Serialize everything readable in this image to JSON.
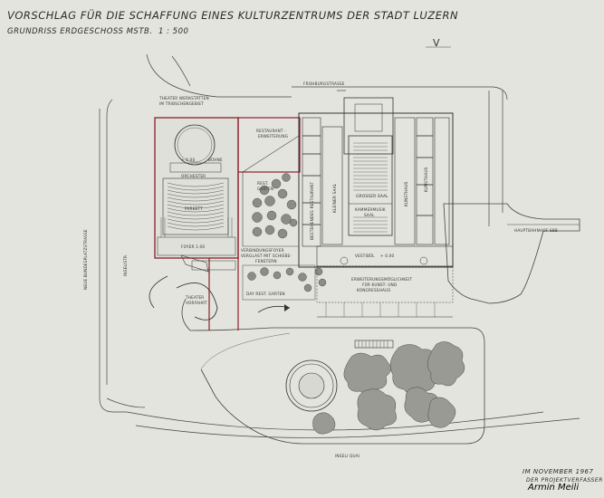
{
  "sheet": {
    "title": "VORSCHLAG FÜR DIE SCHAFFUNG EINES KULTURZENTRUMS DER STADT LUZERN",
    "subtitle": "GRUNDRISS ERDGESCHOSS MSTB.",
    "scale": "1 : 500",
    "corner_mark": "V",
    "footer_date": "IM NOVEMBER 1967",
    "footer_by": "DER PROJEKTVERFASSER",
    "signature": "Armin Meili"
  },
  "plan_labels": {
    "street_top": "FROHBURGSTRASSE",
    "street_left": "NEUE BUNDESPLATZSTRASSE",
    "street_left2": "INSELISTR.",
    "street_right": "HAUPTBAHNHOF SBB",
    "street_bottom": "INSELI QUAI",
    "theater_workshops_1": "THEATER WERKSTÄTTEN",
    "theater_workshops_2": "IM TRIBSCHENGEBIET",
    "stage": "BÜHNE",
    "stage_level": "+ 0.00",
    "orchestra": "ORCHESTER",
    "parkett": "PARKETT",
    "foyer": "FOYER 1.00",
    "theater_drive": "THEATER VORFAHRT",
    "restaurant_ext_1": "RESTAURANT -",
    "restaurant_ext_2": "ERWEITERUNG",
    "rest_garden_1": "REST.",
    "rest_garden_2": "GARTEN",
    "connection_1": "VERBINDUNGSFOYER",
    "connection_2": "VERGLAST MIT SCHIEBE-",
    "connection_3": "FENSTERN",
    "day_rest_garden": "DAY REST. GARTEN",
    "existing_restaurant": "BESTEHENDES RESTAURANT",
    "small_hall": "KLEINER SAAL",
    "large_hall": "GROSSER SAAL",
    "concert_hall": "KUNSTHAUS",
    "chamber_music": "KAMMERMUSIK",
    "chamber_music_2": "SAAL",
    "art_gallery": "KUNSTHAUS",
    "vestibule": "VESTIBÜL",
    "vestibule_level": "+ 0.00",
    "ext_1": "ERWEITERUNGSMÖGLICHKEIT",
    "ext_2": "FÜR KUNST- UND",
    "ext_3": "KONGRESSHAUS"
  },
  "colors": {
    "paper": "#e4e4de",
    "ink": "#2b2b2b",
    "red_outline": "#8a1f2a",
    "tree_gray": "#8c8c86"
  }
}
